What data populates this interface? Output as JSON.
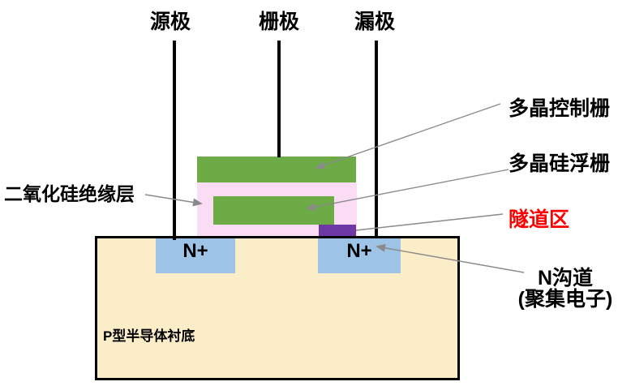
{
  "electrodes": {
    "source": "源极",
    "gate": "栅极",
    "drain": "漏极"
  },
  "regions": {
    "control_gate": "多晶控制栅",
    "floating_gate": "多晶硅浮栅",
    "insulator": "二氧化硅绝缘层",
    "tunnel": "隧道区",
    "n_channel": "N沟道",
    "n_channel_note": "(聚集电子)",
    "n_plus_source": "N+",
    "n_plus_drain": "N+",
    "substrate": "P型半导体衬底"
  },
  "colors": {
    "gate_green": "#6CAB45",
    "insulator_pink": "#FBDCF5",
    "tunnel_purple": "#6F39A5",
    "n_plus_blue": "#9DC3E6",
    "substrate_beige": "#FCEDC9",
    "electrode_black": "#000000",
    "tunnel_label_red": "#FF0000",
    "connector_gray": "#8A8A8A"
  }
}
